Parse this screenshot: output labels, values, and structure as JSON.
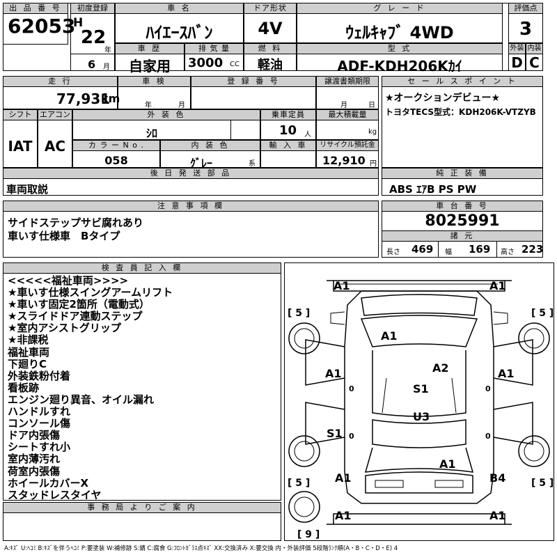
{
  "header": {
    "lot_no_label": "出 品 番 号",
    "lot_no": "62053",
    "first_reg_label": "初度登録",
    "era": "H",
    "year": "22",
    "year_unit": "年",
    "month": "6",
    "month_unit": "月",
    "car_name_label": "車 名",
    "car_name": "ﾊｲｴｰｽﾊﾞﾝ",
    "door_label": "ドア形状",
    "door": "4V",
    "grade_label": "グ レ ー ド",
    "grade": "ｳｪﾙｷｬﾌﾞ 4WD",
    "score_label": "評価点",
    "score": "3",
    "history_label": "車 歴",
    "history": "自家用",
    "displacement_label": "排 気 量",
    "displacement": "3000",
    "displacement_unit": "CC",
    "fuel_label": "燃 料",
    "fuel": "軽油",
    "model_label": "型 式",
    "model": "ADF-KDH206Kｶｲ",
    "exterior_label": "外装",
    "exterior": "D",
    "interior_label": "内装",
    "interior": "C"
  },
  "row2": {
    "mileage_label": "走 行",
    "mileage": "77,931",
    "mileage_unit": "km",
    "inspection_label": "車 検",
    "insp_year": "年",
    "insp_month": "月",
    "reg_no_label": "登 録 番 号",
    "transfer_label": "譲渡書類期限",
    "transfer_month": "月",
    "transfer_day": "日",
    "shift_label": "シフト",
    "shift": "IAT",
    "ac_label": "エアコン",
    "ac": "AC",
    "color_label": "外 装 色",
    "color": "ｼﾛ",
    "capacity_label": "乗車定員",
    "capacity": "10",
    "capacity_unit": "人",
    "load_label": "最大積載量",
    "load_unit": "kg",
    "color_no_label": "カ ラ ー N o .",
    "color_no": "058",
    "int_color_label": "内 装 色",
    "int_color": "ｸﾞﾚｰ",
    "int_color_suffix": "系",
    "import_label": "輸 入 車",
    "recycle_label": "リサイクル預託金",
    "recycle": "12,910",
    "recycle_unit": "円"
  },
  "sales_point": {
    "label": "セ ー ル ス ポ イ ン ト",
    "lines": [
      "★オークションデビュー★",
      "トヨタTECS型式：KDH206K-VTZYB"
    ]
  },
  "parts": {
    "label": "後 日 発 送 部 品",
    "value": "車両取説"
  },
  "genuine": {
    "label": "純 正 装 備",
    "value": "ABS ｴｱB PS PW"
  },
  "caution": {
    "label": "注 意 事 項 欄",
    "lines": [
      "サイドステップサビ腐れあり",
      "車いす仕様車　Bタイプ"
    ]
  },
  "chassis": {
    "label": "車 台 番 号",
    "value": "8025991",
    "dims_label": "諸 元",
    "length_label": "長さ",
    "length": "469",
    "width_label": "幅",
    "width": "169",
    "height_label": "高さ",
    "height": "223"
  },
  "inspector": {
    "label": "検 査 員 記 入 欄",
    "lines": [
      "<<<<<福祉車両>>>>",
      "★車いす仕様スイングアームリフト",
      "★車いす固定2箇所（電動式）",
      "★スライドドア連動ステップ",
      "★室内アシストグリップ",
      "★非課税",
      "福祉車両",
      "下廻りC",
      "外装鉄粉付着",
      "看板跡",
      "エンジン廻り異音、オイル漏れ",
      "ハンドルすれ",
      "コンソール傷",
      "ドア内張傷",
      "シートすれ小",
      "室内薄汚れ",
      "荷室内張傷",
      "ホイールカバーX",
      "スタッドレスタイヤ"
    ]
  },
  "office": {
    "label": "事 務 局 よ り ご 案 内"
  },
  "diagram": {
    "marks": [
      "A1",
      "A1",
      "A1",
      "A2",
      "A1",
      "A1",
      "S1",
      "U3",
      "S1",
      "A1",
      "A1",
      "B4",
      "A1",
      "A1"
    ],
    "tires": [
      "[ 5 ]",
      "[ 5 ]",
      "[ 5 ]",
      "[ 5 ]",
      "[ 9 ]"
    ],
    "zeros": [
      "0",
      "0",
      "0",
      "0"
    ]
  },
  "legend": "A:ｷｽﾞ U:ﾍｺﾐ B:ｷｽﾞを伴うﾍｺﾐ P:要塗装 W:補修跡 S:錆 C:腐食 G:ﾌﾛﾝﾄｶﾞﾗｽ点ｷｽﾞ XX:交換済み X:要交換 内・外装評価 5段階ﾗﾝｸ順(A・B・C・D・E) 4"
}
